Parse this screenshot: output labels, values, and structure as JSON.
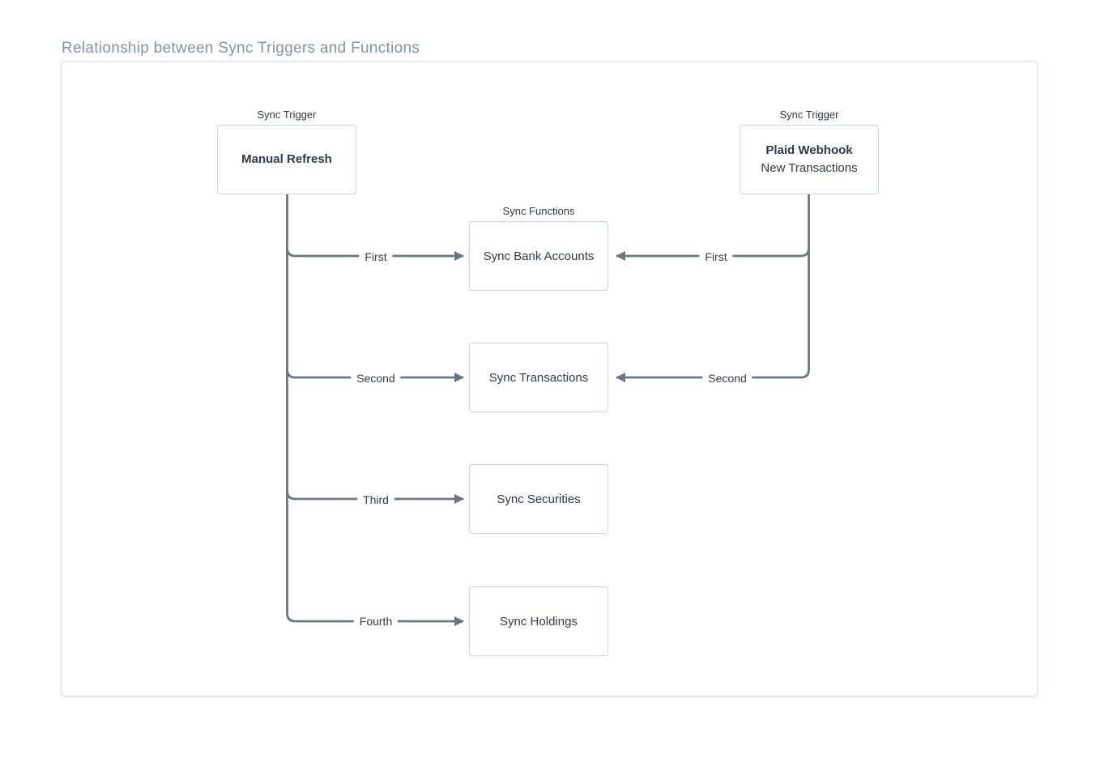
{
  "page": {
    "title": "Relationship between Sync Triggers and Functions"
  },
  "diagram": {
    "triggers": [
      {
        "caption": "Sync Trigger",
        "title": "Manual Refresh"
      },
      {
        "caption": "Sync Trigger",
        "title": "Plaid Webhook",
        "subtitle": "New Transactions"
      }
    ],
    "functions_caption": "Sync Functions",
    "functions": [
      {
        "name": "Sync Bank Accounts"
      },
      {
        "name": "Sync Transactions"
      },
      {
        "name": "Sync Securities"
      },
      {
        "name": "Sync Holdings"
      }
    ],
    "edges": {
      "manual_refresh": [
        {
          "order": "First",
          "target": "Sync Bank Accounts"
        },
        {
          "order": "Second",
          "target": "Sync Transactions"
        },
        {
          "order": "Third",
          "target": "Sync Securities"
        },
        {
          "order": "Fourth",
          "target": "Sync Holdings"
        }
      ],
      "plaid_webhook": [
        {
          "order": "First",
          "target": "Sync Bank Accounts"
        },
        {
          "order": "Second",
          "target": "Sync Transactions"
        }
      ]
    },
    "colors": {
      "connector_line": "#6b7585",
      "node_border": "#c9d4df",
      "node_text": "#2e3a48",
      "title_text": "#8494a4",
      "container_border": "#d6dfe9"
    }
  }
}
